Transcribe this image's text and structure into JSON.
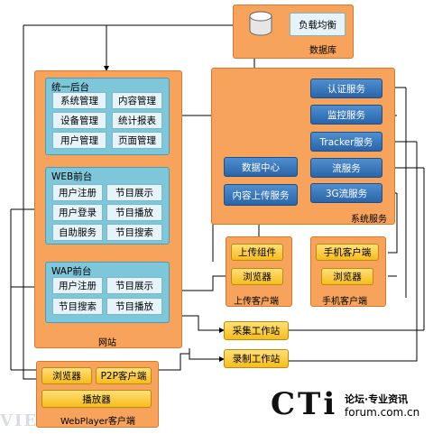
{
  "database": {
    "title": "数据库",
    "load_balance": "负载均衡"
  },
  "system_service": {
    "title": "系统服务",
    "auth": "认证服务",
    "monitor": "监控服务",
    "tracker": "Tracker服务",
    "stream": "流服务",
    "stream3g": "3G流服务",
    "data_center": "数据中心",
    "upload_service": "内容上传服务"
  },
  "website": {
    "title": "网站",
    "backend": {
      "title": "统一后台",
      "items": [
        "系统管理",
        "内容管理",
        "设备管理",
        "统计报表",
        "用户管理",
        "页面管理"
      ]
    },
    "web_front": {
      "title": "WEB前台",
      "items": [
        "用户注册",
        "节目展示",
        "用户登录",
        "节目播放",
        "自助服务",
        "节目搜索"
      ]
    },
    "wap_front": {
      "title": "WAP前台",
      "items": [
        "用户注册",
        "节目展示",
        "节目搜索",
        "节目播放"
      ]
    }
  },
  "upload_client": {
    "title": "上传客户端",
    "component": "上传组件",
    "browser": "浏览器"
  },
  "mobile_client": {
    "title": "手机客户端",
    "client": "手机客户端",
    "browser": "浏览器"
  },
  "capture_station": "采集工作站",
  "record_station": "录制工作站",
  "webplayer": {
    "title": "WebPlayer客户端",
    "browser": "浏览器",
    "p2p": "P2P客户端",
    "player": "播放器"
  },
  "logo": {
    "cti": "CTi",
    "line1": "论坛·专业资讯",
    "line2": "forum.com.cn"
  },
  "watermark": "VIEWGOOD"
}
